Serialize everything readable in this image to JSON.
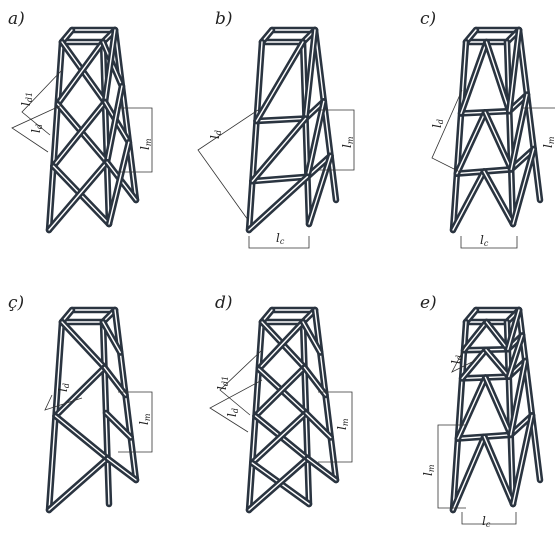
{
  "colors": {
    "member": "#2a3440",
    "member_highlight": "#ffffff",
    "annotation": "#333333",
    "background": "#ffffff"
  },
  "panels": [
    {
      "id": "a",
      "label": "a)",
      "dims": [
        {
          "main": "l",
          "sub": "d1"
        },
        {
          "main": "l",
          "sub": "d"
        },
        {
          "main": "l",
          "sub": "m"
        }
      ]
    },
    {
      "id": "b",
      "label": "b)",
      "dims": [
        {
          "main": "l",
          "sub": "d"
        },
        {
          "main": "l",
          "sub": "m"
        },
        {
          "main": "l",
          "sub": "c"
        }
      ]
    },
    {
      "id": "c",
      "label": "c)",
      "dims": [
        {
          "main": "l",
          "sub": "d"
        },
        {
          "main": "l",
          "sub": "m"
        },
        {
          "main": "l",
          "sub": "c"
        }
      ]
    },
    {
      "id": "cc",
      "label": "ç)",
      "dims": [
        {
          "main": "l",
          "sub": "d"
        },
        {
          "main": "l",
          "sub": "m"
        }
      ]
    },
    {
      "id": "d",
      "label": "d)",
      "dims": [
        {
          "main": "l",
          "sub": "d1"
        },
        {
          "main": "l",
          "sub": "d"
        },
        {
          "main": "l",
          "sub": "m"
        }
      ]
    },
    {
      "id": "e",
      "label": "e)",
      "dims": [
        {
          "main": "l",
          "sub": "d"
        },
        {
          "main": "l",
          "sub": "m"
        },
        {
          "main": "l",
          "sub": "c"
        }
      ]
    }
  ]
}
